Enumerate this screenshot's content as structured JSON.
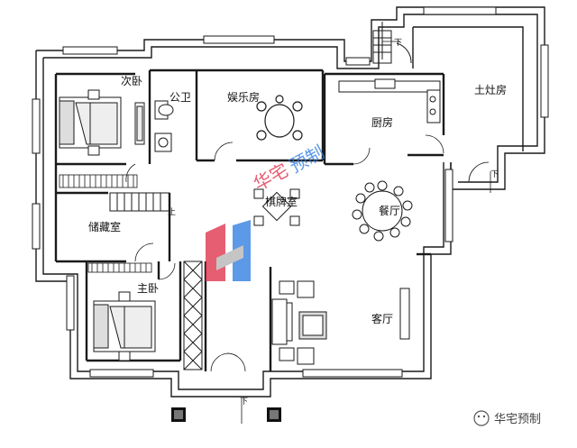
{
  "rooms": {
    "secondary_bedroom": "次卧",
    "public_bathroom": "公卫",
    "entertainment_room": "娱乐房",
    "kitchen": "厨房",
    "earth_stove_room": "土灶房",
    "chess_room": "棋牌室",
    "dining_room": "餐厅",
    "storage_room": "储藏室",
    "master_bedroom": "主卧",
    "living_room": "客厅"
  },
  "stair_marks": {
    "down_top": "下",
    "down_right": "下",
    "up_stair": "上",
    "down_entrance": "下"
  },
  "watermark": {
    "text": "华宅预制"
  },
  "colors": {
    "wall": "#1a1a1a",
    "logo_red": "#e0314b",
    "logo_blue": "#2f7de1",
    "logo_grey": "#b5b5b5"
  }
}
